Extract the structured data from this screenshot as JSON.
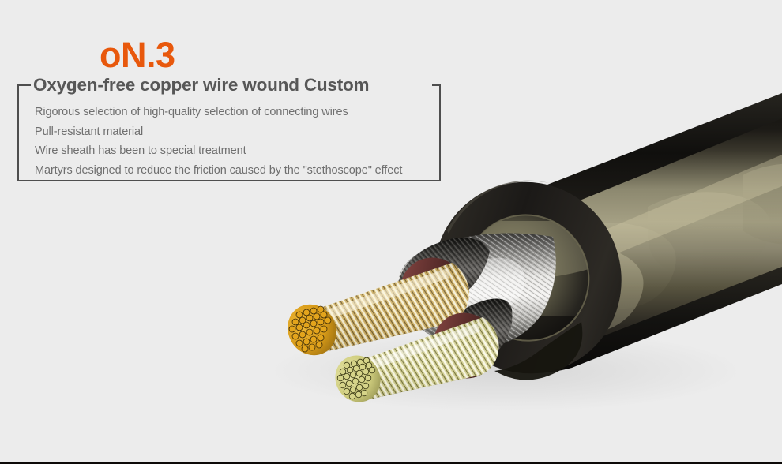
{
  "background_color": "#ececec",
  "brand": {
    "logo_text": "oN.3",
    "logo_color": "#e8580c"
  },
  "feature_panel": {
    "heading": "Oxygen-free copper wire wound Custom",
    "heading_color": "#575757",
    "border_color": "#4e4e4e",
    "body_color": "#6f6f6f",
    "items": [
      "Rigorous selection of high-quality selection of connecting wires",
      "Pull-resistant material",
      "Wire sheath has been to special treatment",
      "Martyrs designed to reduce the friction caused by the \"stethoscope\" effect"
    ]
  },
  "illustration": {
    "name": "cut-away-audio-cable",
    "description": "Cut-away render of an audio cable showing outer black translucent jacket, braided shield, and two oxygen-free copper conductor bundles",
    "parts": {
      "outer_jacket_color": "#1d1b17",
      "jacket_translucent_color": "#7d7860",
      "braid_shield_color": "#b9b9b4",
      "inner_sheath_color": "#262626",
      "copper_bundle_a_color": "#e0a019",
      "copper_bundle_b_color": "#d8d587",
      "strand_highlight_color": "#f2ecd2",
      "bundle_ring_color": "#6e3a39"
    }
  },
  "bottom_rule_color": "#0d0a08"
}
